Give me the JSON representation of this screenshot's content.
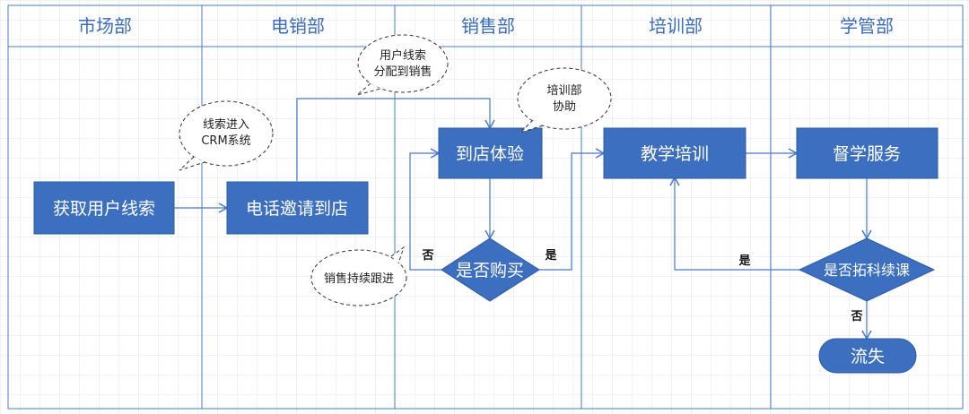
{
  "lanes": [
    "市场部",
    "电销部",
    "销售部",
    "培训部",
    "学管部"
  ],
  "nodes": {
    "get_leads": "获取用户线索",
    "phone_invite": "电话邀请到店",
    "store_experience": "到店体验",
    "purchase_decision": "是否购买",
    "teaching_training": "教学培训",
    "supervision_service": "督学服务",
    "expand_decision": "是否拓科续课",
    "churn": "流失"
  },
  "callouts": {
    "leads_into_crm": [
      "线索进入",
      "CRM系统"
    ],
    "assign_to_sales": [
      "用户线索",
      "分配到销售"
    ],
    "training_assist": [
      "培训部",
      "协助"
    ],
    "sales_follow_up": [
      "销售持续跟进"
    ]
  },
  "edge_labels": {
    "purchase_no": "否",
    "purchase_yes": "是",
    "expand_yes": "是",
    "expand_no": "否"
  },
  "colors": {
    "box_fill": "#3d6fc0",
    "box_stroke": "#2d5aa3",
    "lane_title": "#3a6bc0",
    "grid_line": "#dde3ee",
    "lane_border": "#4b79c8",
    "arrow": "#4a78c8"
  }
}
